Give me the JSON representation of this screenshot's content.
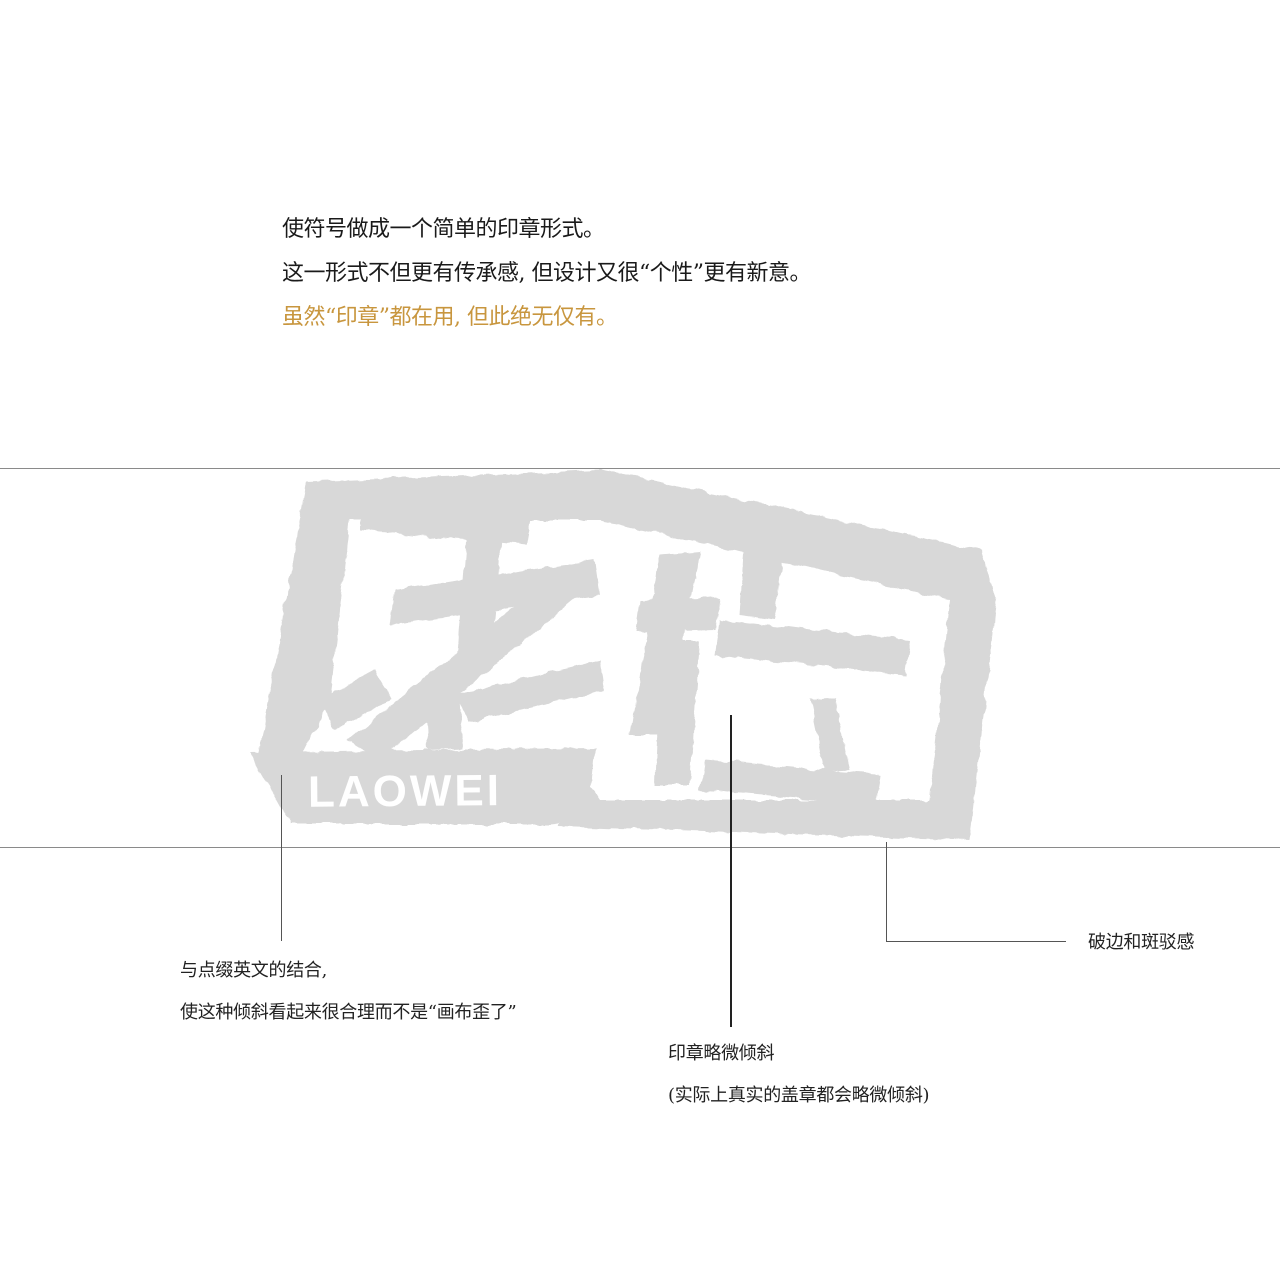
{
  "intro": {
    "line1": "使符号做成一个简单的印章形式。",
    "line2": "这一形式不但更有传承感, 但设计又很“个性”更有新意。",
    "line3": "虽然“印章”都在用, 但此绝无仅有。"
  },
  "stamp": {
    "chars": "老位",
    "english": "LAOWEI"
  },
  "annotations": {
    "english_combo": {
      "line1": "与点缀英文的结合,",
      "line2": "使这种倾斜看起来很合理而不是“画布歪了”"
    },
    "tilt": {
      "line1": "印章略微倾斜",
      "line2": "(实际上真实的盖章都会略微倾斜)"
    },
    "edges": {
      "line1": "破边和斑驳感"
    }
  },
  "colors": {
    "text": "#1a1a1a",
    "highlight": "#c8963e",
    "stamp": "#d8d8d8",
    "rule": "#8a8a8a"
  }
}
